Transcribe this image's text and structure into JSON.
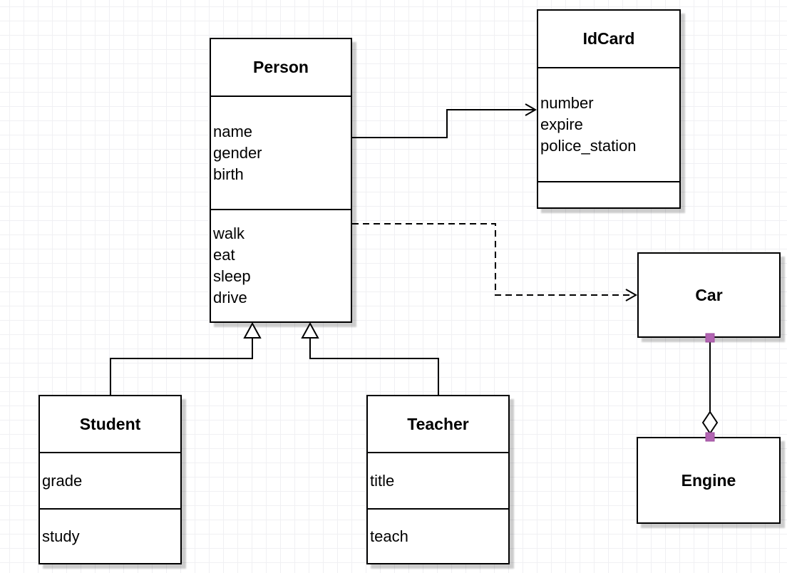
{
  "diagram": {
    "classes": {
      "person": {
        "title": "Person",
        "attributes": [
          "name",
          "gender",
          "birth"
        ],
        "methods": [
          "walk",
          "eat",
          "sleep",
          "drive"
        ]
      },
      "idcard": {
        "title": "IdCard",
        "attributes": [
          "number",
          "expire",
          "police_station"
        ],
        "methods": []
      },
      "student": {
        "title": "Student",
        "attributes": [
          "grade"
        ],
        "methods": [
          "study"
        ]
      },
      "teacher": {
        "title": "Teacher",
        "attributes": [
          "title"
        ],
        "methods": [
          "teach"
        ]
      },
      "car": {
        "title": "Car"
      },
      "engine": {
        "title": "Engine"
      }
    },
    "relationships": [
      {
        "from": "Person",
        "to": "IdCard",
        "type": "association",
        "line": "solid",
        "arrowhead": "open"
      },
      {
        "from": "Person",
        "to": "Car",
        "type": "dependency",
        "line": "dashed",
        "arrowhead": "open"
      },
      {
        "from": "Student",
        "to": "Person",
        "type": "generalization",
        "line": "solid",
        "arrowhead": "hollow-triangle"
      },
      {
        "from": "Teacher",
        "to": "Person",
        "type": "generalization",
        "line": "solid",
        "arrowhead": "hollow-triangle"
      },
      {
        "from": "Car",
        "to": "Engine",
        "type": "aggregation",
        "line": "solid",
        "marker": "hollow-diamond"
      }
    ],
    "grid": {
      "visible": true,
      "size": 20
    },
    "colors": {
      "background": "#ffffff",
      "grid_line": "#f0f0f3",
      "box_fill": "#ffffff",
      "box_border": "#000000",
      "shadow": "rgba(0,0,0,0.2)",
      "connection_point": "#b264b2",
      "connection_point_border": "#9e4f9e"
    }
  }
}
